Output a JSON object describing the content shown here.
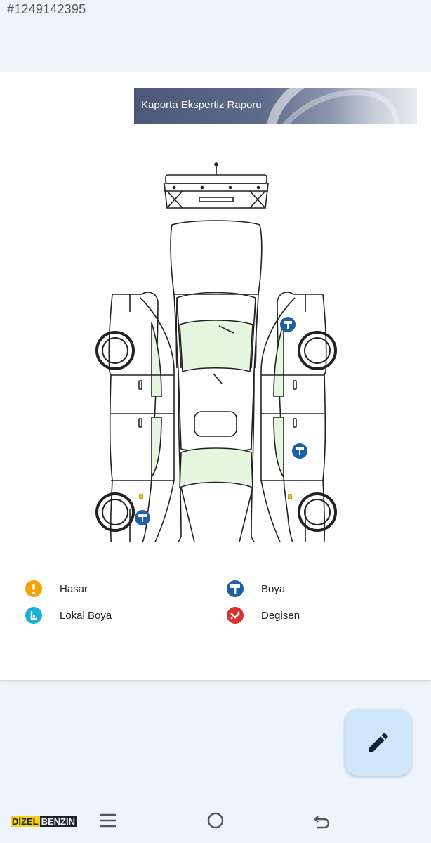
{
  "listing_id": "#1249142395",
  "report": {
    "title": "Kaporta Ekspertiz Raporu"
  },
  "legend": [
    {
      "label": "Hasar",
      "icon": "warning-icon",
      "color": "#f4a20b"
    },
    {
      "label": "Boya",
      "icon": "paint-roller-icon",
      "color": "#1f5fa8"
    },
    {
      "label": "Lokal Boya",
      "icon": "local-paint-icon",
      "color": "#1bb0d6"
    },
    {
      "label": "Degisen",
      "icon": "replaced-icon",
      "color": "#d9322b"
    }
  ],
  "watermark": {
    "part1": "DİZEL",
    "part2": "BENZIN"
  },
  "colors": {
    "glass": "#e6f7e0",
    "marker_blue": "#1f5fa8",
    "card": "#ffffff",
    "background": "#eef4fb",
    "fab": "#cfe6fb"
  }
}
